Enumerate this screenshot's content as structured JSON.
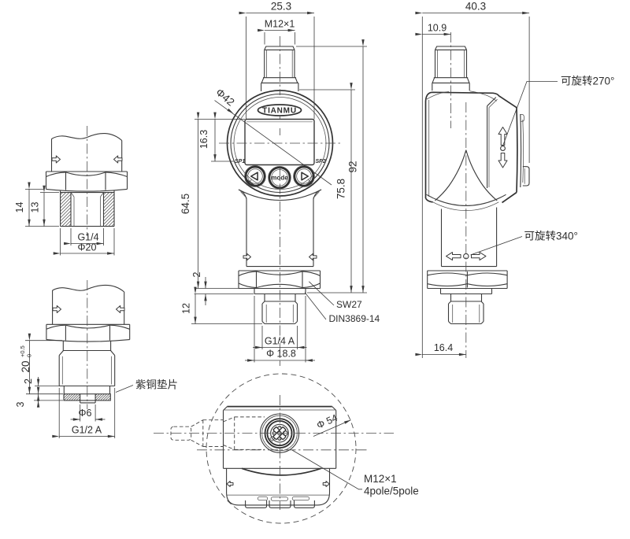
{
  "front_view": {
    "brand": "TIANMU",
    "dims": {
      "width_top": "25.3",
      "thread_top": "M12×1",
      "face_dia": "Φ42",
      "lcd_height": "16.3",
      "body_len": "64.5",
      "total_len": "92",
      "head_len": "75.8",
      "washer_thk": "2",
      "thread_len": "12"
    },
    "labels": {
      "wrench": "SW27",
      "seal": "DIN3869-14",
      "thread": "G1/4 A",
      "thread_od": "Φ 18.8",
      "sp1": "SP1",
      "sp2": "SP2",
      "mode": "mode"
    }
  },
  "side_view": {
    "dims": {
      "depth": "40.3",
      "conn_offset": "10.9",
      "axis_offset": "16.4"
    },
    "labels": {
      "rotate_head": "可旋转270°",
      "rotate_body": "可旋转340°"
    }
  },
  "adapter_g14": {
    "dims": {
      "total_depth": "14",
      "thread_depth": "13",
      "thread": "G1/4",
      "od": "Φ20"
    }
  },
  "adapter_g12": {
    "dims": {
      "length": "20",
      "tol_plus": "+0.5",
      "tol_zero": "0",
      "step": "2",
      "gasket_thk": "3",
      "tip_dia": "Φ6",
      "thread": "G1/2 A"
    },
    "labels": {
      "gasket": "紫铜垫片"
    }
  },
  "top_view": {
    "dims": {
      "circle_dia": "Φ 54"
    },
    "labels": {
      "connector_line1": "M12×1",
      "connector_line2": "4pole/5pole"
    }
  }
}
